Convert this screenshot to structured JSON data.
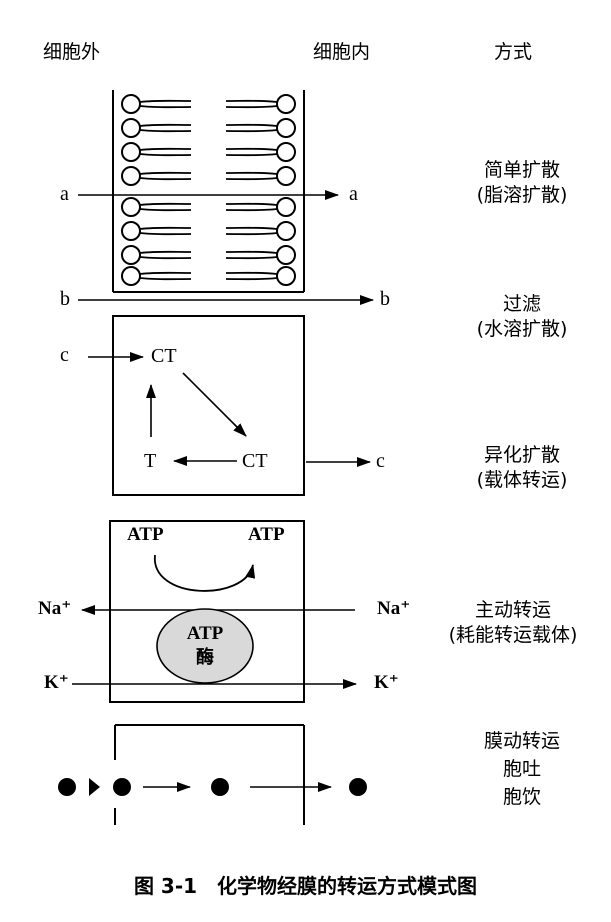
{
  "headers": {
    "outside": "细胞外",
    "inside": "细胞内",
    "mode": "方式"
  },
  "rows": {
    "simple": {
      "label_in": "a",
      "label_out": "a",
      "mode_line1": "简单扩散",
      "mode_line2": "(脂溶扩散)"
    },
    "filtration": {
      "label_in": "b",
      "label_out": "b",
      "mode_line1": "过滤",
      "mode_line2": "(水溶扩散)"
    },
    "facilitated": {
      "label_in": "c",
      "carrier_top": "CT",
      "carrier_bottom": "CT",
      "carrier_free": "T",
      "label_out": "c",
      "mode_line1": "异化扩散",
      "mode_line2": "(载体转运)"
    },
    "active": {
      "atp_left": "ATP",
      "atp_right": "ATP",
      "enzyme_line1": "ATP",
      "enzyme_line2": "酶",
      "na_left": "Na⁺",
      "na_right": "Na⁺",
      "k_left": "K⁺",
      "k_right": "K⁺",
      "mode_line1": "主动转运",
      "mode_line2": "(耗能转运载体)"
    },
    "membrane": {
      "mode_line1": "膜动转运",
      "mode_line2": "胞吐",
      "mode_line3": "胞饮"
    }
  },
  "figure_caption": "图 3-1　化学物经膜的转运方式模式图"
}
